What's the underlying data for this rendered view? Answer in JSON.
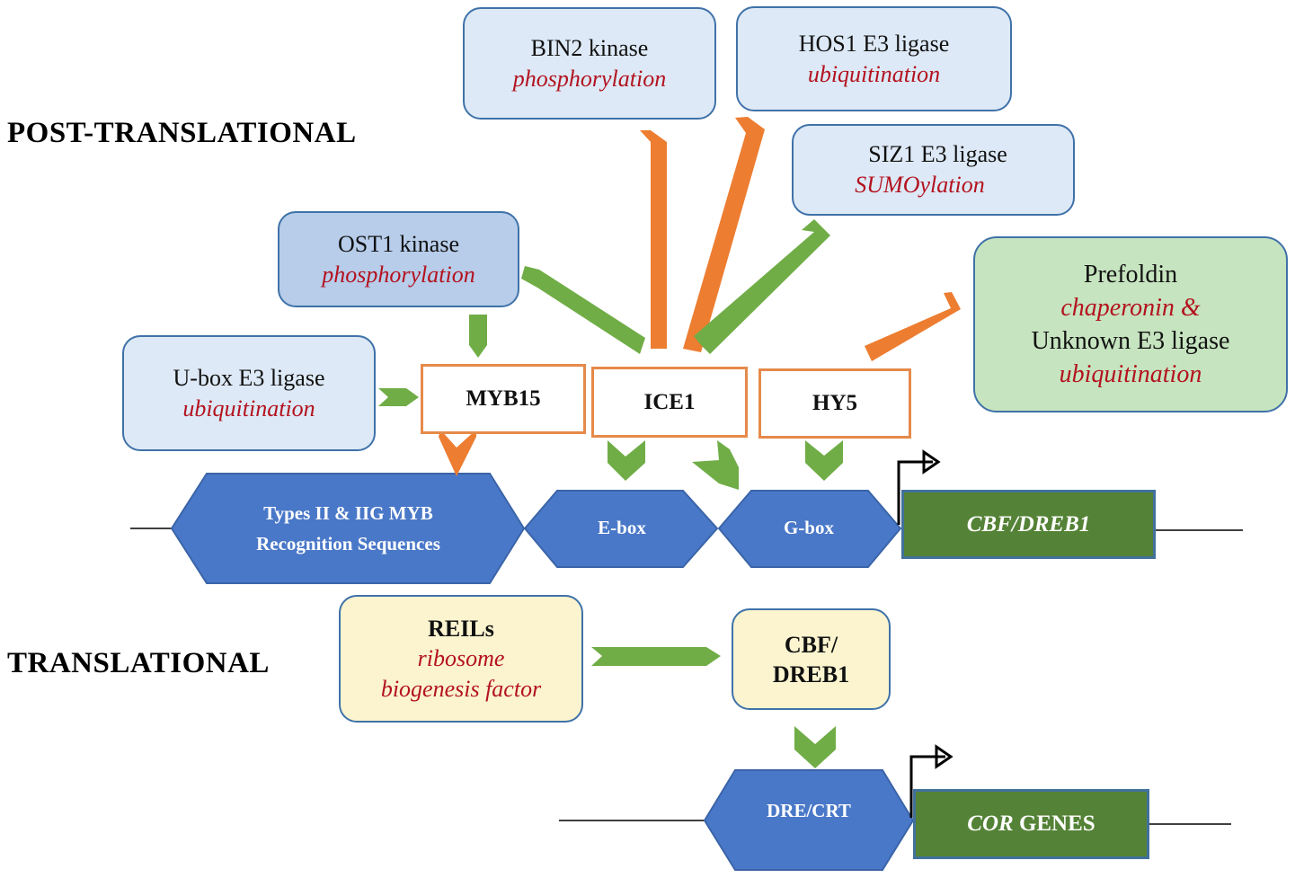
{
  "sections": {
    "post_translational": "POST-TRANSLATIONAL",
    "translational": "TRANSLATIONAL"
  },
  "regulators": {
    "bin2": {
      "name": "BIN2 kinase",
      "process": "phosphorylation"
    },
    "hos1": {
      "name": "HOS1 E3 ligase",
      "process": "ubiquitination"
    },
    "siz1": {
      "name": "SIZ1 E3 ligase",
      "process": "SUMOylation"
    },
    "ost1": {
      "name": "OST1 kinase",
      "process": "phosphorylation"
    },
    "ubox": {
      "name": "U-box E3 ligase",
      "process": "ubiquitination"
    },
    "prefoldin": {
      "name": "Prefoldin",
      "process1": "chaperonin &",
      "name2": "Unknown E3 ligase",
      "process2": "ubiquitination"
    },
    "reils": {
      "name": "REILs",
      "process1": "ribosome",
      "process2": "biogenesis factor"
    },
    "cbf_protein": {
      "line1": "CBF/",
      "line2": "DREB1"
    }
  },
  "transcription_factors": {
    "myb15": "MYB15",
    "ice1": "ICE1",
    "hy5": "HY5"
  },
  "sequences": {
    "myb_line1": "Types II & IIG MYB",
    "myb_line2": "Recognition Sequences",
    "ebox": "E-box",
    "gbox": "G-box",
    "dre": "DRE/CRT"
  },
  "genes": {
    "cbf_gene": "CBF/DREB1",
    "cor_italic": "COR",
    "cor_rest": " GENES"
  },
  "colors": {
    "activation_arrow": "#70ad47",
    "modification_arrow": "#ed7d31",
    "promoter_element": "#4a78c8",
    "gene_box": "#548236",
    "modification_text": "#b3121f"
  }
}
